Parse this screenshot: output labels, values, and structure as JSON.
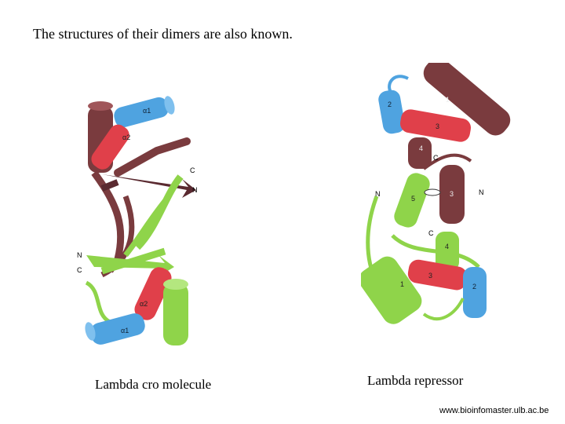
{
  "title": "The structures of their dimers are also known.",
  "cro": {
    "caption": "Lambda cro molecule",
    "labels": {
      "alpha1_top": "α1",
      "alpha2_top": "α2",
      "c_top": "C",
      "n_top": "N",
      "n_bottom": "N",
      "c_bottom": "C",
      "alpha2_bottom": "α2",
      "alpha1_bottom": "α1"
    }
  },
  "repressor": {
    "caption": "Lambda repressor",
    "labels": {
      "h2_top": "2",
      "h1_top": "1",
      "h3_top": "3",
      "h4_top": "4",
      "c_top": "C",
      "h5_top": "5",
      "h3_mid": "3",
      "n_left": "N",
      "n_right": "N",
      "c_mid": "C",
      "h4_bottom": "4",
      "h3_bottom": "3",
      "h1_bottom": "1",
      "h2_bottom": "2"
    }
  },
  "footer": {
    "url": "www.bioinfomaster.ulb.ac.be"
  },
  "colors": {
    "brown": "#7a3b3e",
    "red": "#e0404a",
    "blue": "#4fa3e0",
    "green": "#8fd44a",
    "dark_sheet": "#5a2a30"
  }
}
